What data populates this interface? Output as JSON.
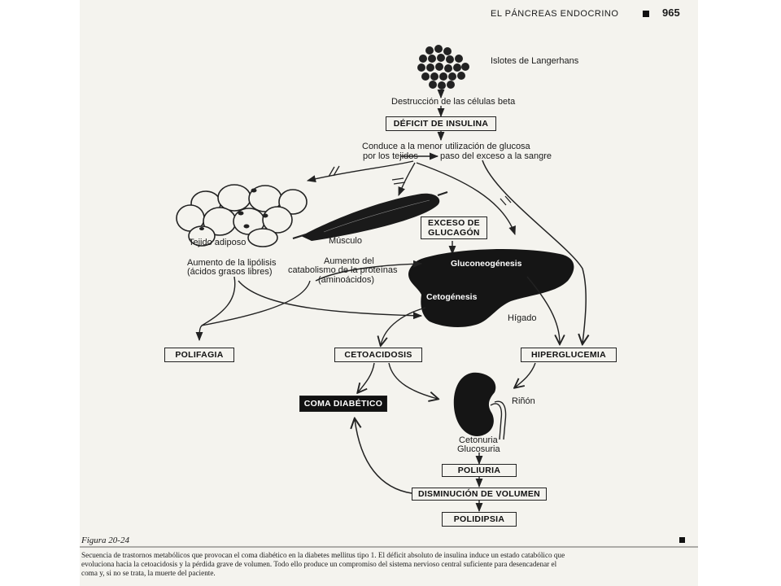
{
  "header": {
    "running_title": "EL PÁNCREAS ENDOCRINO",
    "page_number": "965"
  },
  "nodes": {
    "islets": "Islotes de Langerhans",
    "beta_destruction": "Destrucción de las células beta",
    "insulin_deficit": "DÉFICIT DE INSULINA",
    "glucose_use_1": "Conduce a la menor utilización de glucosa",
    "glucose_use_2": "por los tejidos",
    "excess_to_blood": "paso del exceso a la sangre",
    "adipose_label": "Tejido adiposo",
    "lipolysis_1": "Aumento de la lipólisis",
    "lipolysis_2": "(ácidos grasos libres)",
    "muscle_label": "Músculo",
    "catabolism_1": "Aumento del",
    "catabolism_2": "catabolismo de la proteínas",
    "catabolism_3": "(aminoácidos)",
    "glucagon_1": "EXCESO DE",
    "glucagon_2": "GLUCAGÓN",
    "gluconeogenesis": "Gluconeogénesis",
    "ketogenesis": "Cetogénesis",
    "liver_label": "Hígado",
    "polyphagia": "POLIFAGIA",
    "ketoacidosis": "CETOACIDOSIS",
    "hyperglycemia": "HIPERGLUCEMIA",
    "diabetic_coma": "COMA DIABÉTICO",
    "kidney_label": "Riñón",
    "ketonuria": "Cetonuria",
    "glycosuria": "Glucosuria",
    "polyuria": "POLIURIA",
    "volume_loss": "DISMINUCIÓN DE VOLUMEN",
    "polydipsia": "POLIDIPSIA"
  },
  "caption": {
    "label": "Figura 20-24",
    "line1": "Secuencia de trastornos metabólicos que provocan el coma diabético en la diabetes mellitus tipo 1. El déficit absoluto de insulina induce un estado catabólico que",
    "line2": "evoluciona hacia la cetoacidosis y la pérdida grave de volumen. Todo ello produce un compromiso del sistema nervioso central suficiente para desencadenar el",
    "line3": "coma y, si no se trata, la muerte del paciente."
  }
}
